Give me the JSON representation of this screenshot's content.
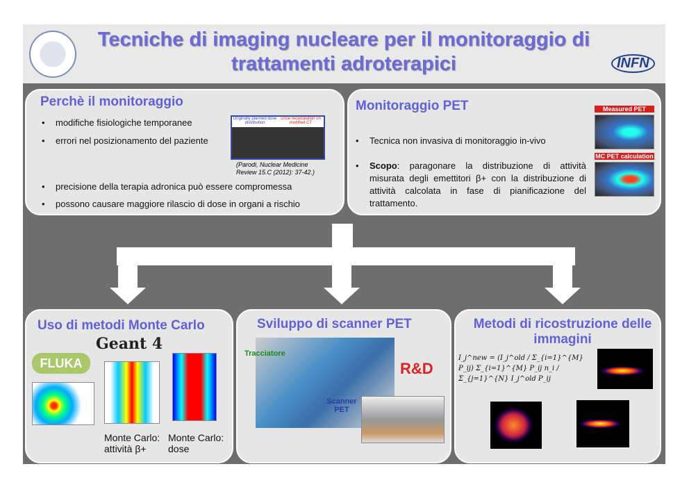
{
  "title": "Tecniche di imaging nucleare per il monitoraggio di trattamenti adroterapici",
  "logos": {
    "left": "Università di Pisa seal",
    "right": "INFN"
  },
  "panel1": {
    "heading": "Perchè il monitoraggio",
    "bullets": [
      "modifiche fisiologiche temporanee",
      "errori nel posizionamento del paziente",
      "precisione della terapia adronica può essere compromessa",
      "possono causare maggiore rilascio di dose in organi a rischio"
    ],
    "img_labels": [
      "Originally planned dose distribution",
      "Dose recalculation on modified CT"
    ],
    "citation": "(Parodi, Nuclear Medicine Review 15.C (2012): 37-42.)"
  },
  "panel2": {
    "heading": "Monitoraggio PET",
    "bullet1": "Tecnica non invasiva di monitoraggio in-vivo",
    "bullet2_bold": "Scopo",
    "bullet2_text": ": paragonare la distribuzione di attività misurata degli emettitori β+ con la distribuzione di attività calcolata in fase di pianificazione del trattamento.",
    "img_labels": [
      "Measured PET",
      "MC PET calculation"
    ]
  },
  "panel3": {
    "heading": "Uso di metodi Monte Carlo",
    "logos": [
      "Geant 4",
      "FLUKA"
    ],
    "cap1": "Monte Carlo: attività β+",
    "cap2": "Monte Carlo: dose"
  },
  "panel4": {
    "heading": "Sviluppo di scanner PET",
    "label1": "Tracciatore",
    "label2": "Scanner PET",
    "logo": "R&D"
  },
  "panel5": {
    "heading": "Metodi di ricostruzione delle immagini",
    "formula": "I_j^new = (I_j^old / Σ_{i=1}^{M} P_ij) Σ_{i=1}^{M} P_ij n_i / Σ_{j=1}^{N} I_j^old P_ij"
  }
}
